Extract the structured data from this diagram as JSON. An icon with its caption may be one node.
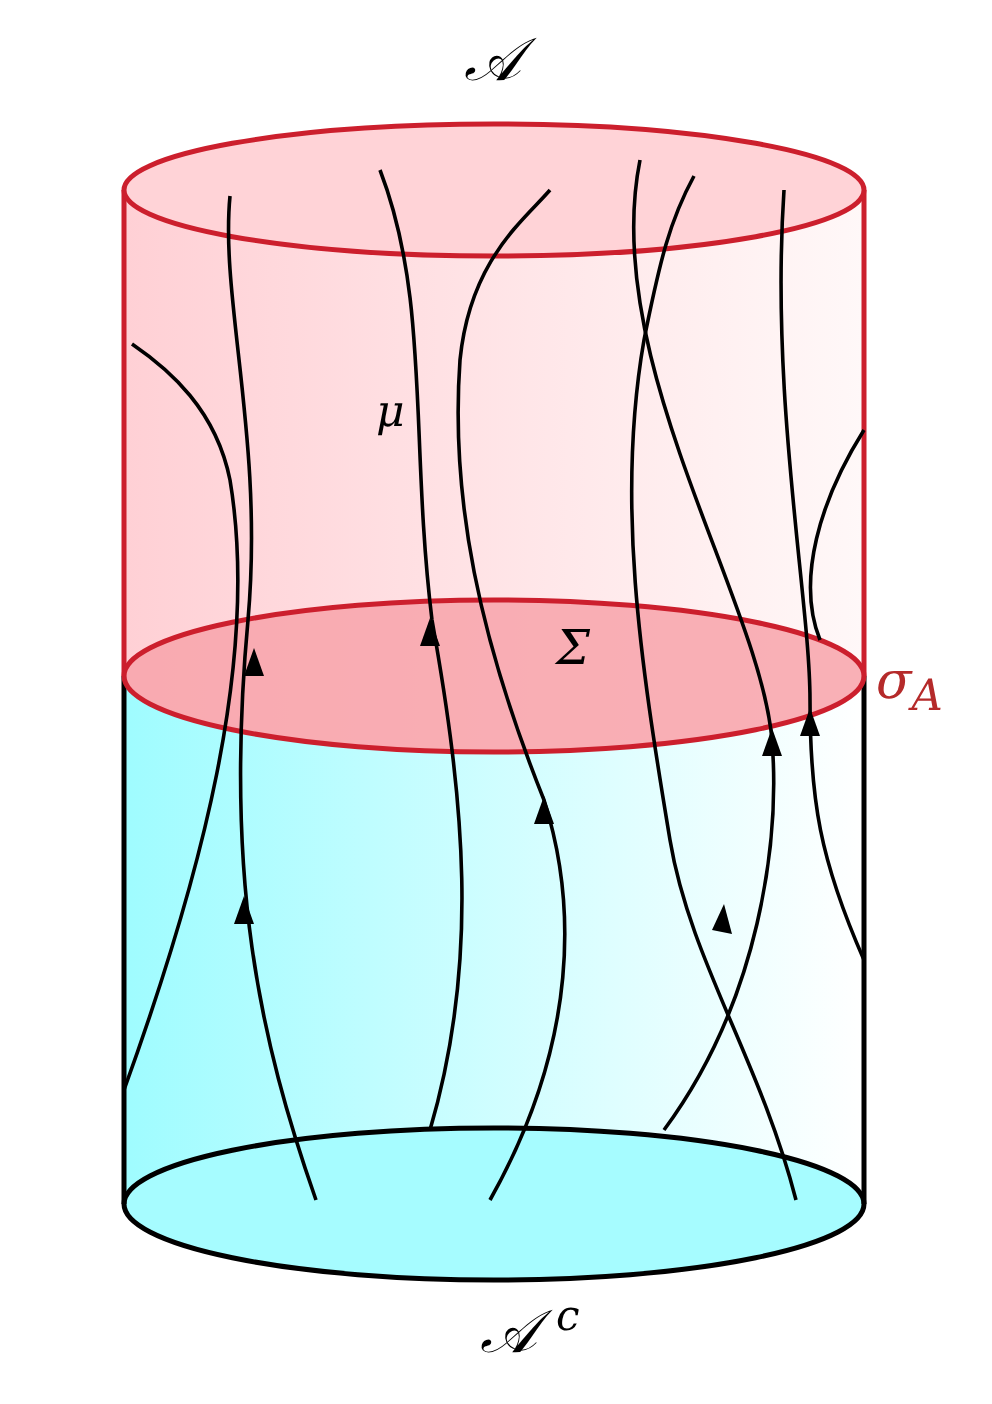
{
  "diagram": {
    "labels": [
      "𝒜",
      "μ",
      "Σ",
      "σ$_{A}$",
      "𝒜$^{c}$"
    ]
  }
}
